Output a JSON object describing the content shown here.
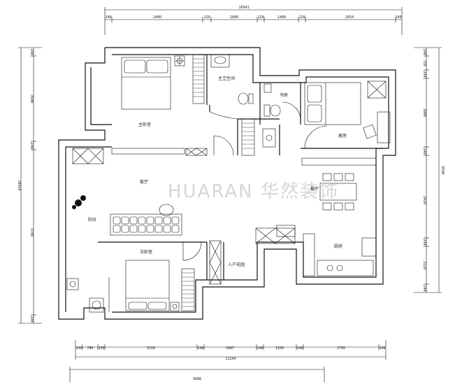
{
  "plan": {
    "watermark": "HUARAN 华然装饰",
    "dimensions": {
      "top_total": "10941",
      "top_segments": [
        "240",
        "2400",
        "120",
        "1800",
        "120",
        "1400",
        "120",
        "2654",
        "240"
      ],
      "bottom_segments": [
        "240",
        "780",
        "250",
        "3150",
        "240",
        "1807",
        "240",
        "1336",
        "240",
        "2750",
        "240"
      ],
      "bottom_total_1": "11294",
      "bottom_total_2": "9088",
      "left_segments": [
        "240",
        "3500",
        "240",
        "3700",
        "240"
      ],
      "left_total": "10434",
      "right_segments": [
        "240",
        "750",
        "240",
        "2000",
        "240",
        "2410",
        "240",
        "2110",
        "240"
      ],
      "right_total": "9590"
    },
    "rooms": {
      "master_bedroom": "主卧室",
      "master_bath": "主卫生间",
      "study": "书房",
      "bedroom": "客房",
      "living": "客厅",
      "dining": "餐厅",
      "balcony": "阳台",
      "kitchen": "厨房",
      "second_bedroom": "次卧室",
      "entrance": "入户花园"
    }
  }
}
